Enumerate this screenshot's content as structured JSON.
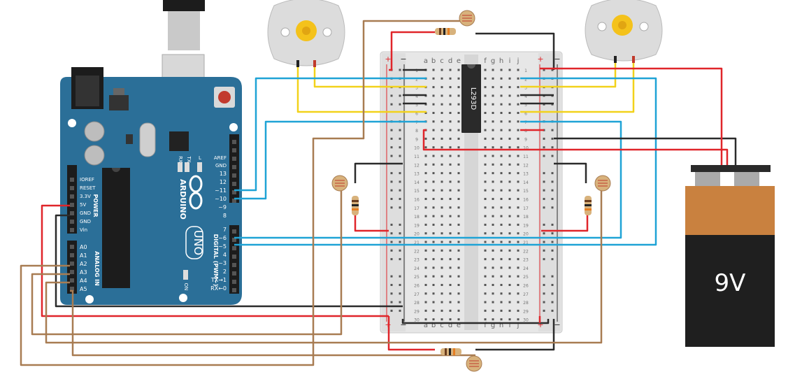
{
  "arduino": {
    "logo_text": "ARDUINO",
    "model": "UNO",
    "on_label": "ON",
    "l_label": "L",
    "tx_label": "TX",
    "rx_label": "RX",
    "power_heading": "POWER",
    "analog_heading": "ANALOG IN",
    "digital_heading": "DIGITAL (PWM~)",
    "power_pins": [
      "IOREF",
      "RESET",
      "3.3V",
      "5V",
      "GND",
      "GND",
      "Vin"
    ],
    "analog_pins": [
      "A0",
      "A1",
      "A2",
      "A3",
      "A4",
      "A5"
    ],
    "digital_top_pins": [
      "AREF",
      "GND",
      "13",
      "12",
      "~11",
      "~10",
      "~9",
      "8"
    ],
    "digital_bottom_pins": [
      "7",
      "~6",
      "~5",
      "4",
      "~3",
      "2",
      "TX→1",
      "RX←0"
    ],
    "colors": {
      "board": "#2b6f98",
      "header": "#1c1c1c"
    }
  },
  "breadboard": {
    "column_letters_left": [
      "a",
      "b",
      "c",
      "d",
      "e"
    ],
    "column_letters_right": [
      "f",
      "g",
      "h",
      "i",
      "j"
    ],
    "rail_plus": "+",
    "rail_minus": "−",
    "row_count": 30
  },
  "driver_chip": {
    "label": "L293D"
  },
  "battery": {
    "label": "9V",
    "colors": {
      "body": "#1f1f1f",
      "band": "#c9813f",
      "terminal": "#2a2a2a"
    }
  },
  "wire_colors": {
    "red": "#e0252a",
    "black": "#2b2b2b",
    "blue": "#1fa3d6",
    "yellow": "#f2d21b",
    "brown": "#a87c52"
  },
  "components": {
    "motors": 2,
    "photoresistors": 4,
    "resistors": 4
  }
}
